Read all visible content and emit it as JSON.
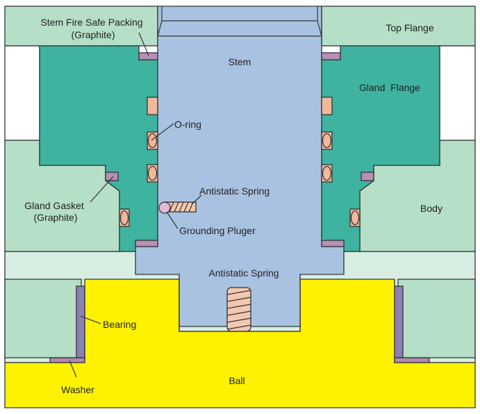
{
  "colors": {
    "flange_body": "#b5dfc6",
    "light_strip": "#d8eee2",
    "gland_flange": "#3db3a0",
    "stem": "#a9c2e2",
    "ball": "#fff200",
    "graphite": "#b98fb5",
    "bearing": "#8b80b4",
    "oring": "#f2b89a"
  },
  "labels": {
    "stem_fire_safe_packing": "Stem Fire Safe Packing",
    "graphite_top": "(Graphite)",
    "top_flange": "Top Flange",
    "stem": "Stem",
    "gland_flange": "Gland  Flange",
    "oring": "O-ring",
    "antistatic_spring_upper": "Antistatic Spring",
    "grounding_pluger": "Grounding Pluger",
    "body": "Body",
    "gland_gasket": "Gland Gasket",
    "graphite_gasket": "(Graphite)",
    "antistatic_spring_lower": "Antistatic Spring",
    "bearing": "Bearing",
    "ball": "Ball",
    "washer": "Washer"
  }
}
